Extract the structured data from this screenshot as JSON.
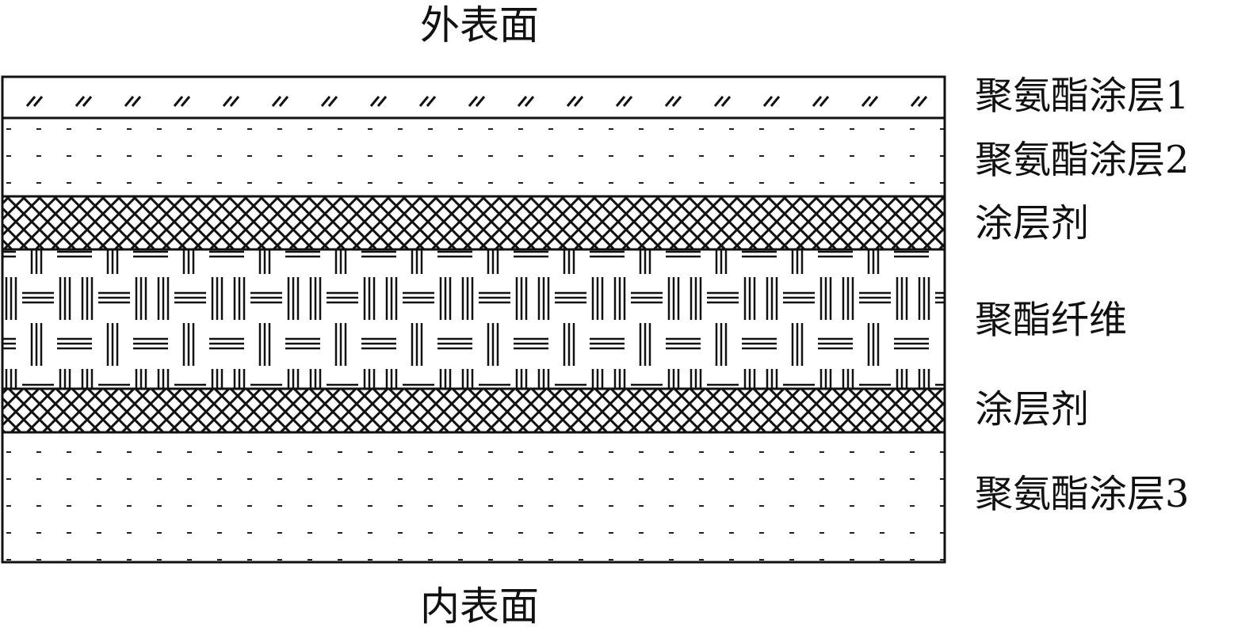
{
  "surfaces": {
    "outer": "外表面",
    "inner": "内表面"
  },
  "layers": [
    {
      "label": "聚氨酯涂层1",
      "pattern": "slash"
    },
    {
      "label": "聚氨酯涂层2",
      "pattern": "dots"
    },
    {
      "label": "涂层剂",
      "pattern": "crosshatch"
    },
    {
      "label": "聚酯纤维",
      "pattern": "weave"
    },
    {
      "label": "涂层剂",
      "pattern": "crosshatch"
    },
    {
      "label": "聚氨酯涂层3",
      "pattern": "dots"
    }
  ],
  "colors": {
    "line": "#111111",
    "background": "#ffffff"
  }
}
